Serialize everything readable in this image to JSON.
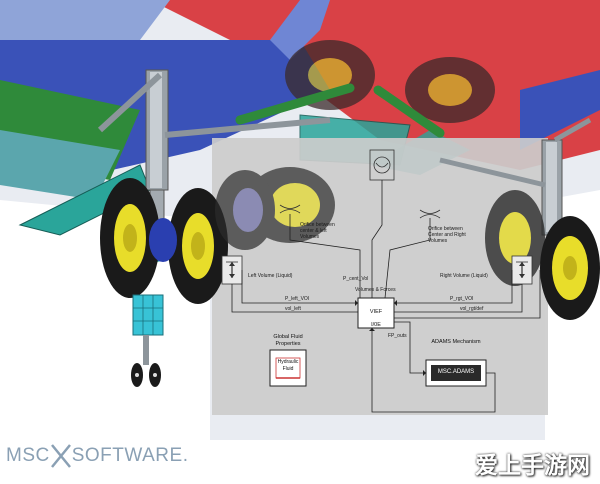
{
  "diagram": {
    "labels": {
      "orifice_left": "Orifice between\ncenter & left\nVolumes",
      "orifice_right": "Orifice between\nCenter and Right\nVolumes",
      "left_volume": "Left Volume (Liquid)",
      "right_volume": "Right Volume (Liquid)",
      "volumes_forces": "Volumes & Forces",
      "p_cent_vol": "P_cent_Vol",
      "p_left_vol": "P_left_VOI",
      "p_rgt_vol": "P_rgt_VOI",
      "vol_left": "vol_left",
      "vol_rgt": "vol_rgt/def",
      "p_outs": "FP_outs",
      "global_fluid": "Global Fluid\nProperties",
      "hydraulic_fluid": "Hydraulic\nFluid",
      "adams_mechanism": "ADAMS Mechanism",
      "msc_adams": "MSC.ADAMS",
      "func_top": "VIEF",
      "func_bottom": "I/0E"
    }
  },
  "brand": {
    "logo_left": "MSC",
    "logo_right": "SOFTWARE.",
    "watermark": "爱上手游网"
  },
  "colors": {
    "wing_red": "#d8383c",
    "wing_blue": "#3a52b8",
    "strut_green": "#2f8a3a",
    "teal": "#2aa59a",
    "tire": "#1a1a1a",
    "hub_yellow": "#e8dd2a",
    "panel_gray": "#cccccc",
    "logo_gray": "#8aa0b4"
  }
}
